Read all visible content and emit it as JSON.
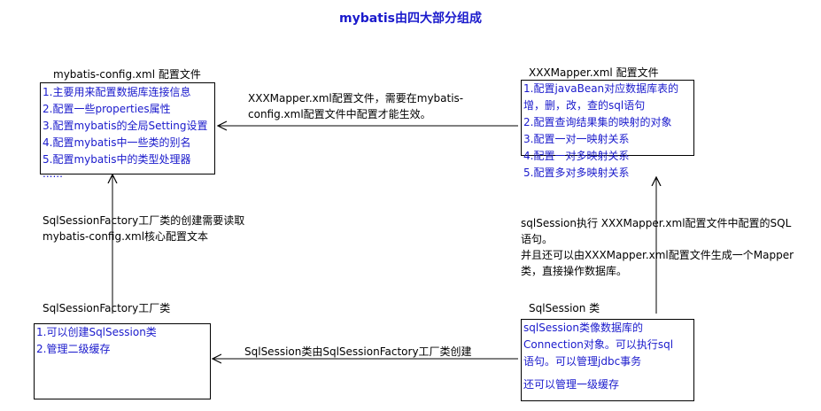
{
  "title": "mybatis由四大部分组成",
  "config": {
    "label": "mybatis-config.xml 配置文件",
    "lines": [
      "1.主要用来配置数据库连接信息",
      "2.配置一些properties属性",
      "3.配置mybatis的全局Setting设置",
      "4.配置mybatis中一些类的别名",
      "5.配置mybatis中的类型处理器",
      "......"
    ]
  },
  "mapper": {
    "label": "XXXMapper.xml 配置文件",
    "lines": [
      "1.配置javaBean对应数据库表的",
      "增，删，改，查的sql语句",
      "2.配置查询结果集的映射的对象",
      "3.配置一对一映射关系",
      "4.配置一对多映射关系",
      "5.配置多对多映射关系"
    ]
  },
  "factory": {
    "label": "SqlSessionFactory工厂类",
    "lines": [
      "1.可以创建SqlSession类",
      "2.管理二级缓存"
    ]
  },
  "session": {
    "label": "SqlSession 类",
    "lines": [
      "sqlSession类像数据库的",
      "Connection对象。可以执行sql",
      "语句。可以管理jdbc事务"
    ],
    "extra": "还可以管理一级缓存"
  },
  "notes": {
    "mapper_to_config": [
      "XXXMapper.xml配置文件，需要在mybatis-",
      "config.xml配置文件中配置才能生效。"
    ],
    "factory_reads_config": [
      "SqlSessionFactory工厂类的创建需要读取",
      "mybatis-config.xml核心配置文本"
    ],
    "session_executes_mapper": [
      "sqlSession执行 XXXMapper.xml配置文件中配置的SQL",
      "语句。",
      "并且还可以由XXXMapper.xml配置文件生成一个Mapper",
      "类，直接操作数据库。"
    ],
    "session_created_by_factory": "SqlSession类由SqlSessionFactory工厂类创建"
  },
  "colors": {
    "box_text": "#1a1acc",
    "title": "#1a1acc",
    "line": "#000000"
  }
}
